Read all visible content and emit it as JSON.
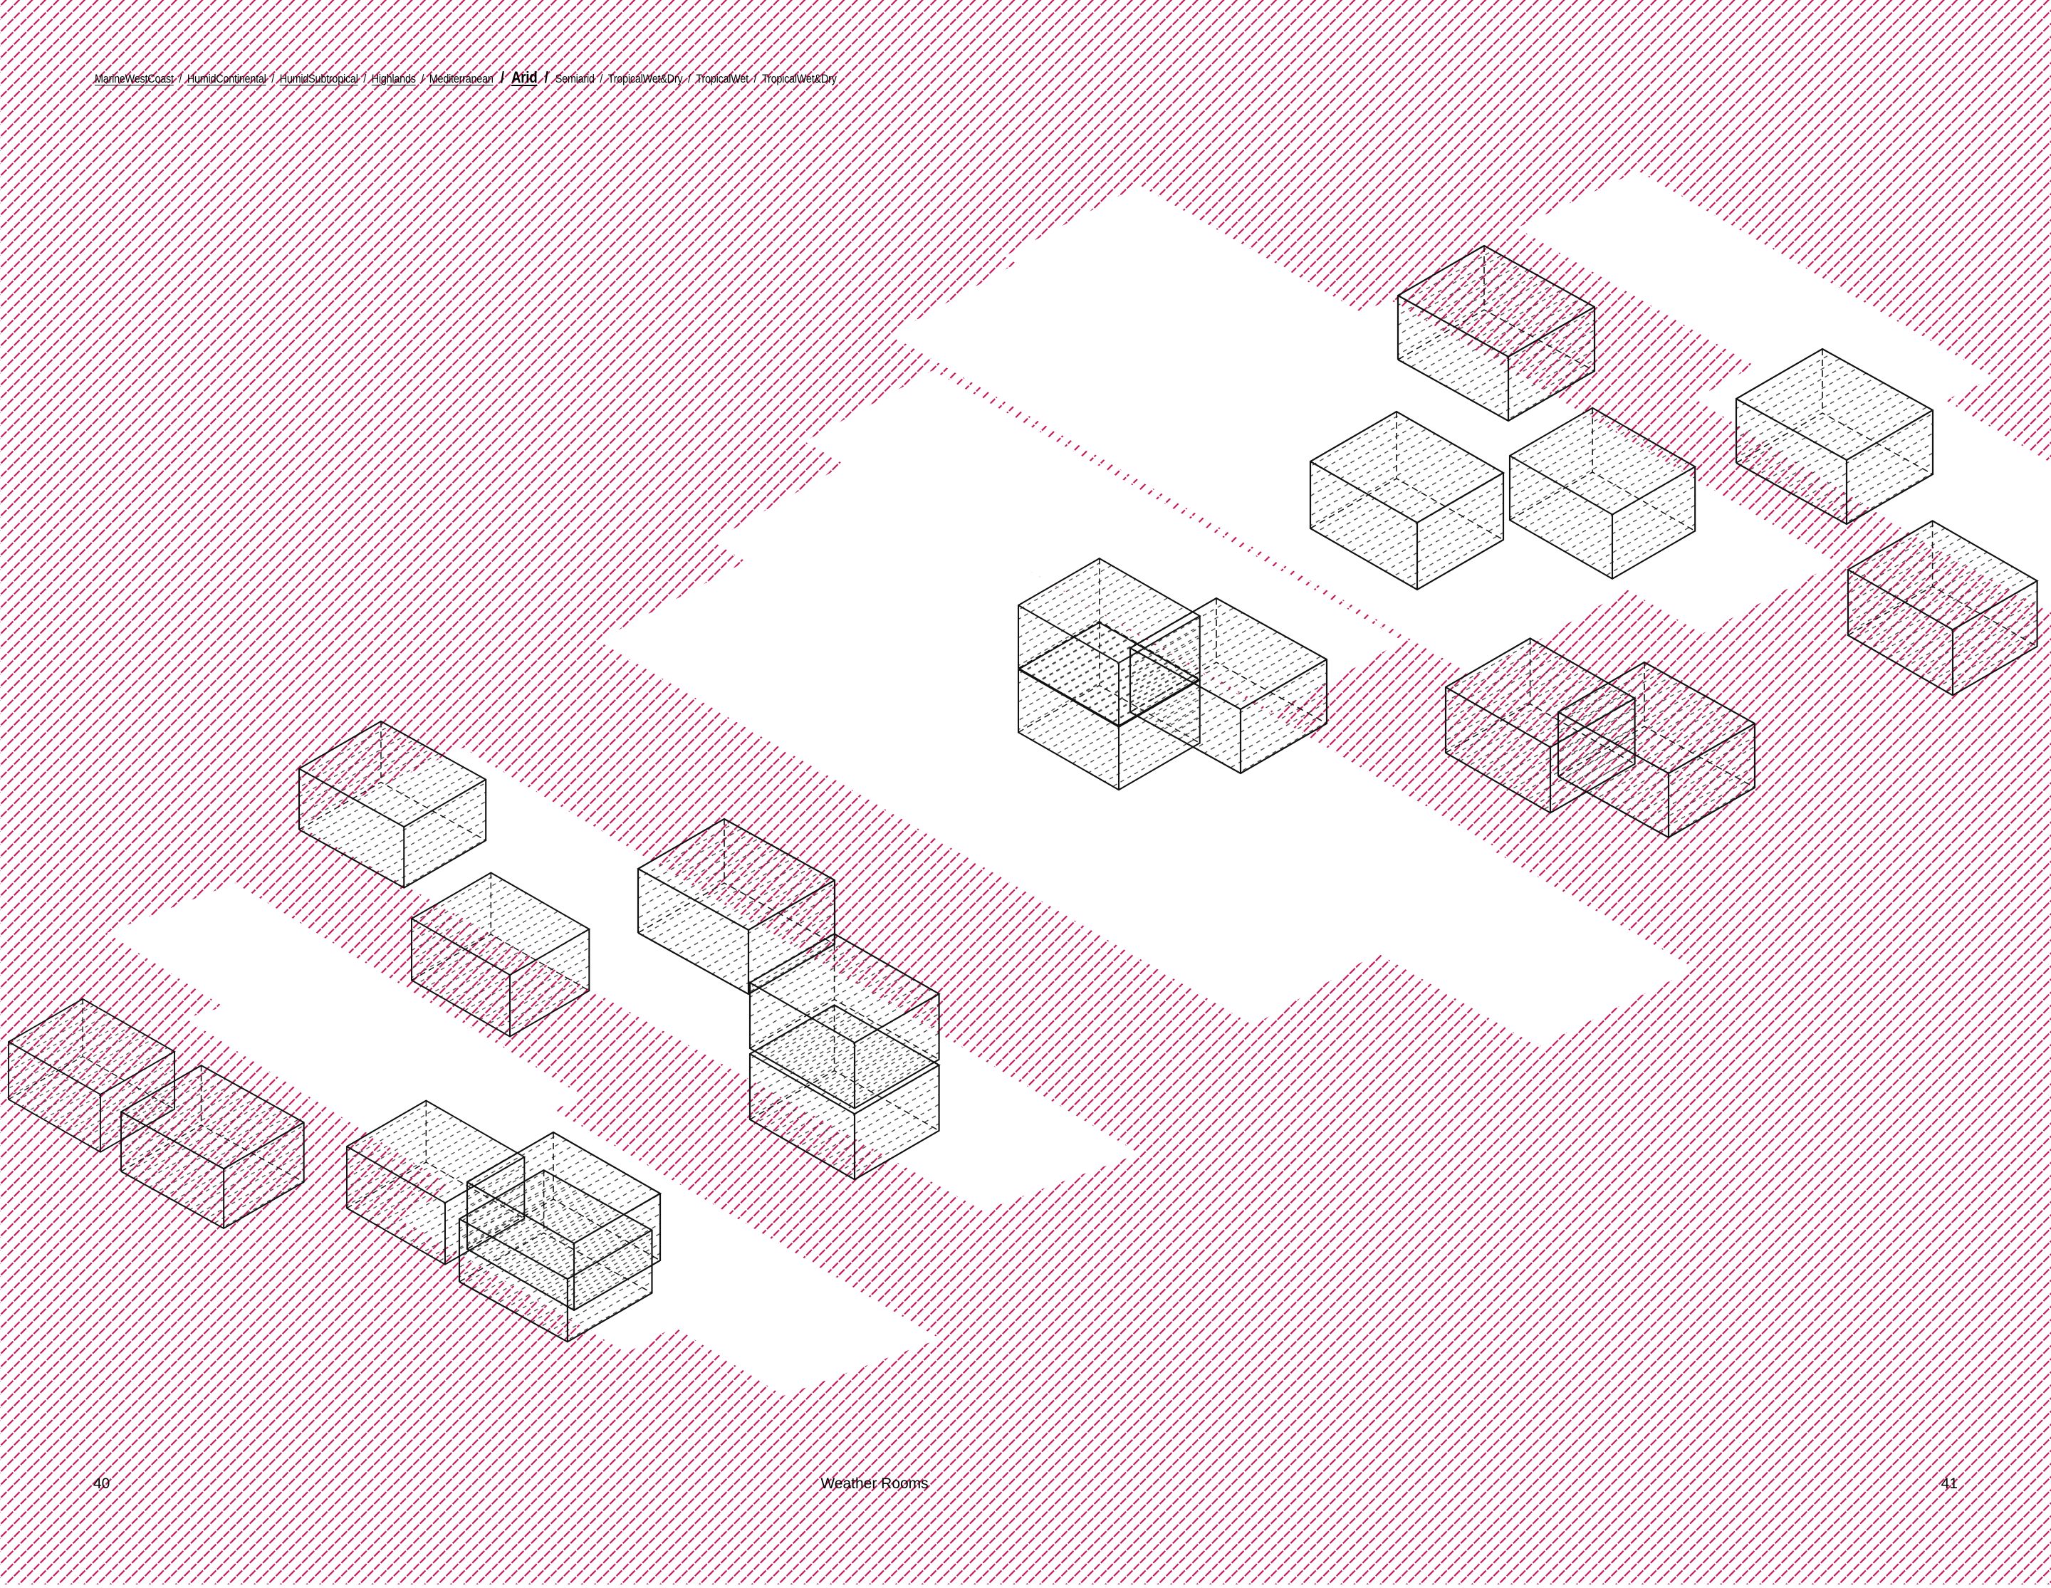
{
  "nav": {
    "items": [
      {
        "label": "MarineWestCoast",
        "style": "underline"
      },
      {
        "label": "HumidContinental",
        "style": "underline"
      },
      {
        "label": "HumidSubtropical",
        "style": "underline"
      },
      {
        "label": "Highlands",
        "style": "underline"
      },
      {
        "label": "Mediterranean",
        "style": "underline"
      },
      {
        "label": "Arid",
        "style": "current"
      },
      {
        "label": "Semiarid",
        "style": "plain"
      },
      {
        "label": "TropicalWet&Dry",
        "style": "plain"
      },
      {
        "label": "TropicalWet",
        "style": "plain"
      },
      {
        "label": "TropicalWet&Dry",
        "style": "plain"
      }
    ],
    "separator": "/"
  },
  "footer": {
    "page_left": "40",
    "title": "Weather Rooms",
    "page_right": "41"
  },
  "colors": {
    "hatch": "#c2185b",
    "ink": "#1a1a1a",
    "paper": "#ffffff"
  }
}
